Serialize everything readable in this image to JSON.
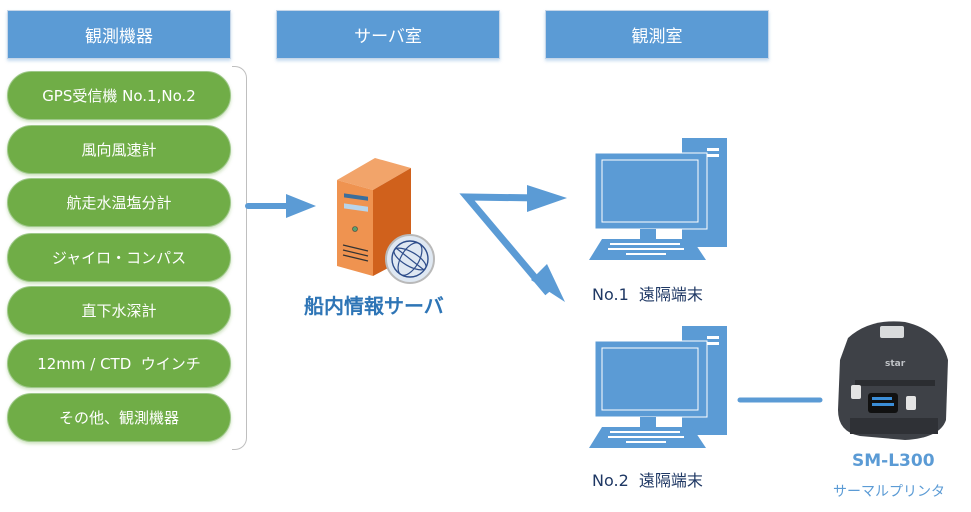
{
  "headers": [
    {
      "label": "観測機器"
    },
    {
      "label": "サーバ室"
    },
    {
      "label": "観測室"
    }
  ],
  "instruments": [
    {
      "label": "GPS受信機 No.1,No.2"
    },
    {
      "label": "風向風速計"
    },
    {
      "label": "航走水温塩分計"
    },
    {
      "label": "ジャイロ・コンパス"
    },
    {
      "label": "直下水深計"
    },
    {
      "label": "12mm / CTD  ウインチ"
    },
    {
      "label": "その他、観測機器"
    }
  ],
  "server": {
    "label": "船内情報サーバ"
  },
  "terminals": [
    {
      "label": "No.1  遠隔端末"
    },
    {
      "label": "No.2  遠隔端末"
    }
  ],
  "printer": {
    "model": "SM-L300",
    "description": "サーマルプリンタ",
    "brand": "star"
  },
  "colors": {
    "header": "#5b9bd5",
    "pill": "#70ad47",
    "arrow": "#5b9bd5",
    "server": "#e2772a",
    "label": "#2e75b6"
  }
}
